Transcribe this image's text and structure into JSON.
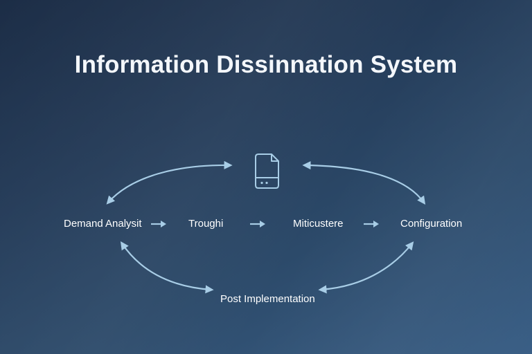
{
  "title": "Information Dissinnation System",
  "nodes": {
    "demand": "Demand Analysit",
    "trough": "Troughi",
    "multi": "Miticustere",
    "config": "Configuration",
    "post": "Post Implementation"
  },
  "icons": {
    "center": "document-device-icon"
  },
  "colors": {
    "line": "#a8cde6",
    "arrow": "#9fc8e6"
  }
}
